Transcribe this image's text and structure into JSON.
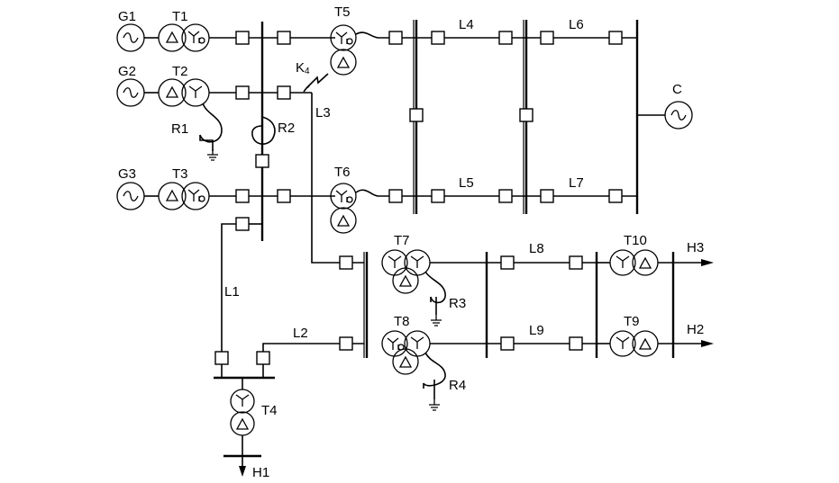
{
  "diagram": {
    "generators": [
      "G1",
      "G2",
      "G3"
    ],
    "system": "C",
    "transformers": [
      "T1",
      "T2",
      "T3",
      "T4",
      "T5",
      "T6",
      "T7",
      "T8",
      "T9",
      "T10"
    ],
    "lines": [
      "L1",
      "L2",
      "L3",
      "L4",
      "L5",
      "L6",
      "L7",
      "L8",
      "L9"
    ],
    "reactors": [
      "R1",
      "R2",
      "R3",
      "R4"
    ],
    "loads": [
      "H1",
      "H2",
      "H3"
    ],
    "fault": {
      "name": "K",
      "index": "4"
    }
  }
}
